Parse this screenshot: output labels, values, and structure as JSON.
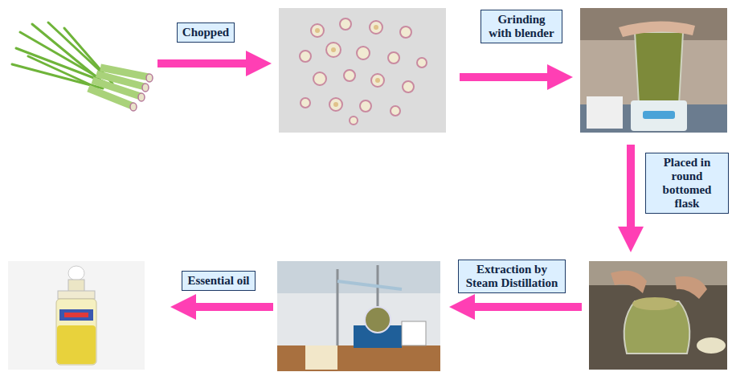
{
  "diagram": {
    "nodes": [
      {
        "text": [
          "Chopped"
        ]
      },
      {
        "text": [
          "Grinding with blender"
        ]
      },
      {
        "text": [
          "Placed in round bottomed flask"
        ]
      },
      {
        "text": [
          "Extraction by Steam Distillation"
        ]
      },
      {
        "text": [
          "Essential oil"
        ]
      }
    ]
  }
}
